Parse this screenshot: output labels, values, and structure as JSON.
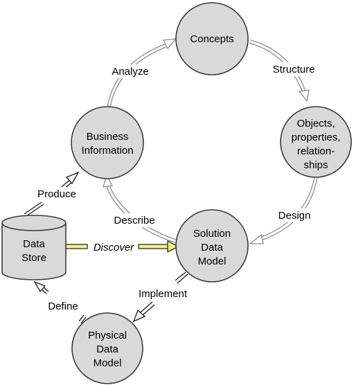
{
  "nodes": {
    "concepts": [
      "Concepts"
    ],
    "objects": [
      "Objects,",
      "properties,",
      "relation-",
      "ships"
    ],
    "business": [
      "Business",
      "Information"
    ],
    "solution": [
      "Solution",
      "Data",
      "Model"
    ],
    "physical": [
      "Physical",
      "Data",
      "Model"
    ],
    "datastore": [
      "Data",
      "Store"
    ]
  },
  "edges": {
    "analyze": "Analyze",
    "structure": "Structure",
    "design": "Design",
    "describe": "Describe",
    "produce": "Produce",
    "discover": "Discover",
    "implement": "Implement",
    "define": "Define"
  },
  "colors": {
    "node_fill": "#d9d9d9",
    "discover_arrow": "#f2f28a"
  }
}
